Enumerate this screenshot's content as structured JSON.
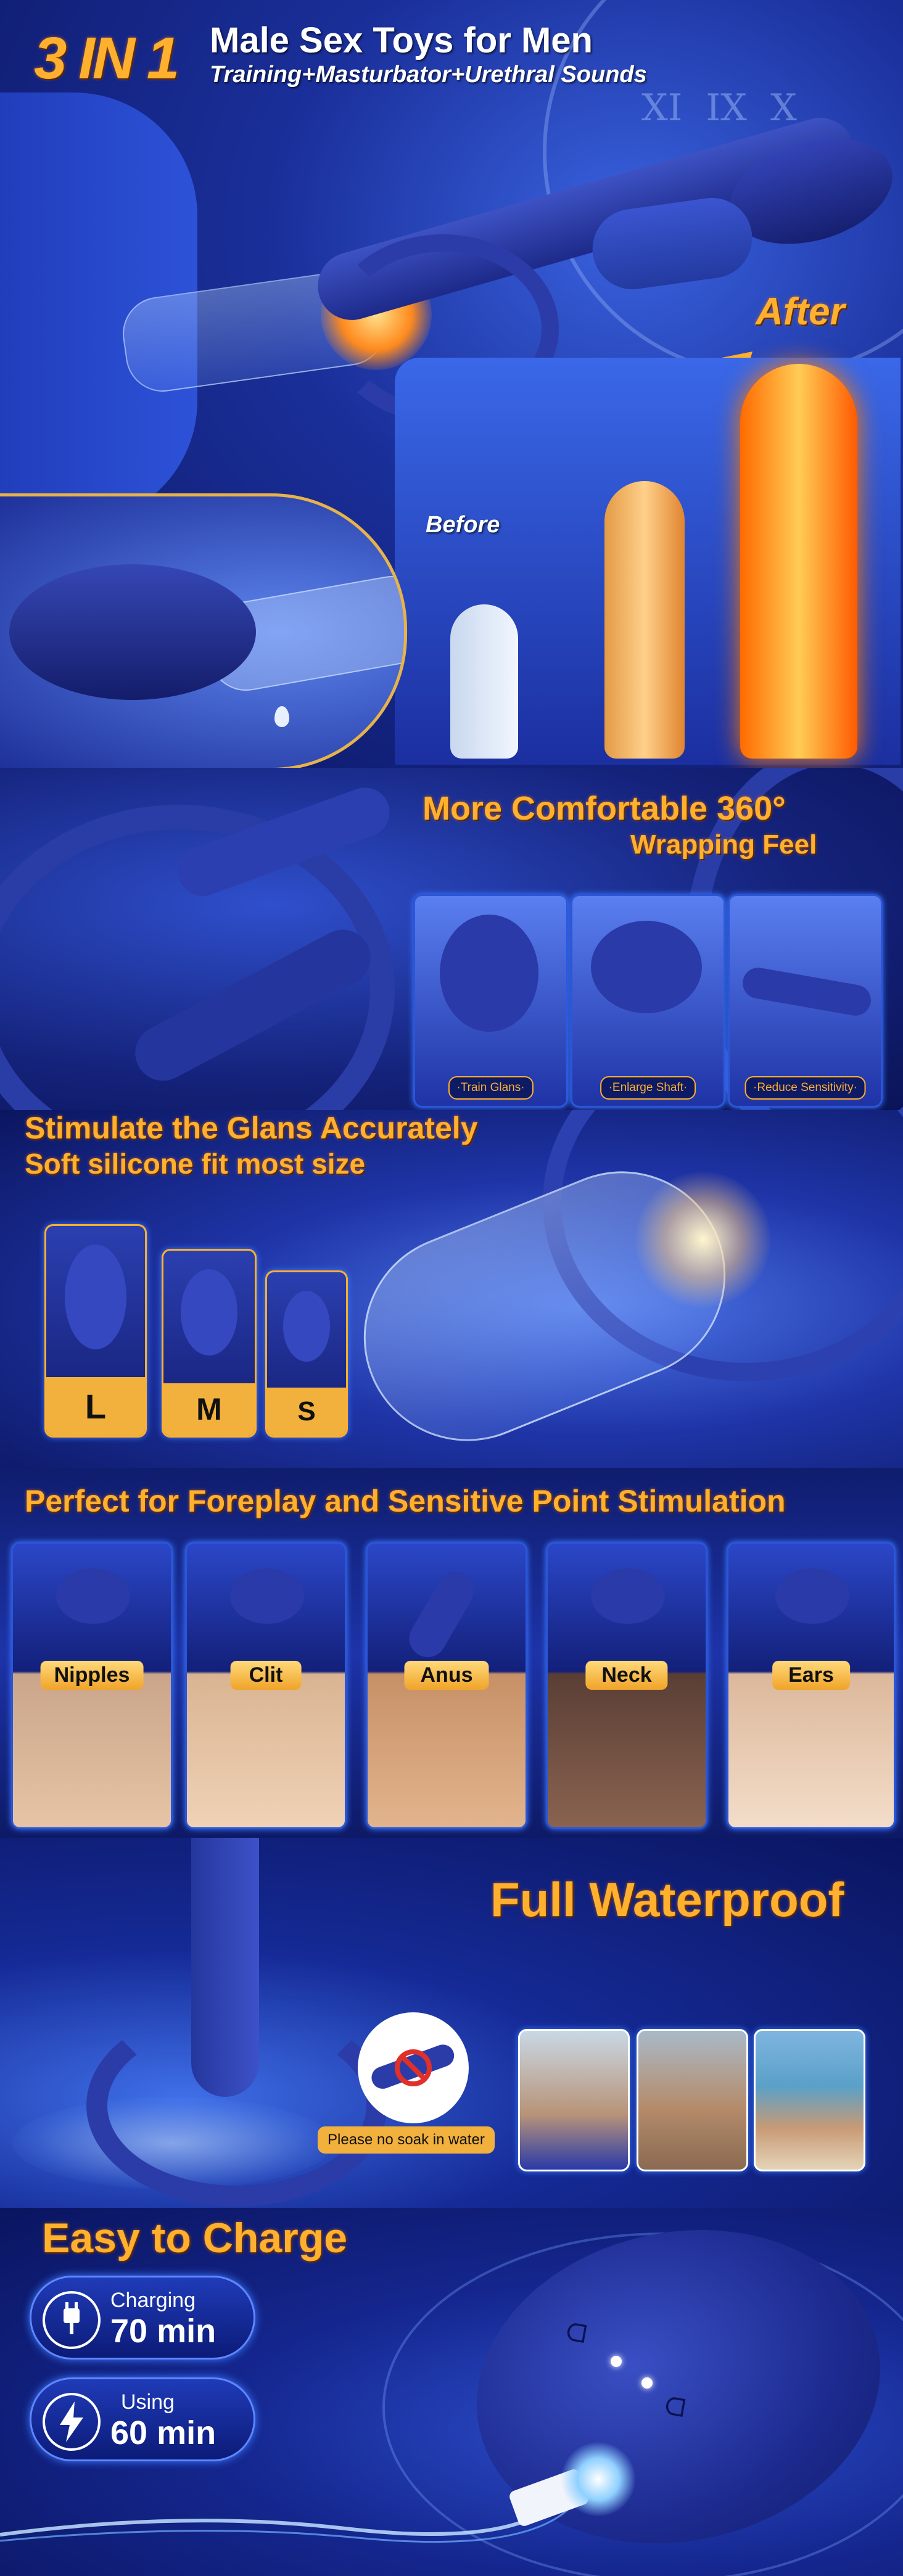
{
  "section1": {
    "badge": "3 IN 1",
    "title": "Male Sex Toys for Men",
    "subtitle": "Training+Masturbator+Urethral Sounds",
    "after_label": "After",
    "before_label": "Before"
  },
  "section2": {
    "title_line1": "More Comfortable 360°",
    "title_line2": "Wrapping Feel",
    "cards": [
      {
        "label": "·Train Glans·"
      },
      {
        "label": "·Enlarge Shaft·"
      },
      {
        "label": "·Reduce Sensitivity·"
      }
    ]
  },
  "section3": {
    "title_line1": "Stimulate the Glans Accurately",
    "title_line2": "Soft silicone fit most size",
    "sizes": [
      {
        "label": "L"
      },
      {
        "label": "M"
      },
      {
        "label": "S"
      }
    ]
  },
  "section4": {
    "title": "Perfect for Foreplay and Sensitive Point Stimulation",
    "cards": [
      {
        "label": "Nipples"
      },
      {
        "label": "Clit"
      },
      {
        "label": "Anus"
      },
      {
        "label": "Neck"
      },
      {
        "label": "Ears"
      }
    ]
  },
  "section5": {
    "title": "Full Waterproof",
    "warning": "Please no soak in water"
  },
  "section6": {
    "title": "Easy to Charge",
    "charging": {
      "label": "Charging",
      "value": "70 min"
    },
    "using": {
      "label": "Using",
      "value": "60 min"
    },
    "device_marks": {
      "left": "ᗝ",
      "right": "ᗝ"
    }
  },
  "colors": {
    "accent_gold": "#ffb02e",
    "deep_blue": "#0a1a5c",
    "product_blue": "#2a3b9e",
    "glow_blue": "#3a7bff"
  }
}
